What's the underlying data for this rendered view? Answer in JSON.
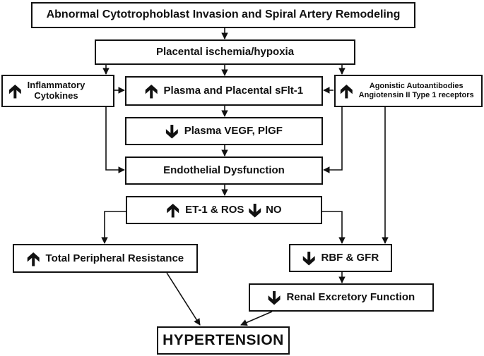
{
  "nodes": {
    "abnormal_invasion": "Abnormal Cytotrophoblast Invasion and Spiral Artery Remodeling",
    "placental_ischemia": "Placental ischemia/hypoxia",
    "inflammatory": {
      "line1": "Inflammatory",
      "line2": "Cytokines"
    },
    "sflt1": "Plasma and Placental sFlt-1",
    "autoantibodies": {
      "line1": "Agonistic Autoantibodies",
      "line2": "Angiotensin II Type 1 receptors"
    },
    "vegf": "Plasma VEGF, PlGF",
    "endothelial": "Endothelial Dysfunction",
    "et1_ros": "ET-1 & ROS",
    "no": "NO",
    "tpr": "Total Peripheral Resistance",
    "rbf_gfr": "RBF & GFR",
    "renal": "Renal Excretory Function",
    "hypertension": "HYPERTENSION"
  },
  "icons": {
    "up": "up-arrow-icon",
    "down": "down-arrow-icon"
  }
}
